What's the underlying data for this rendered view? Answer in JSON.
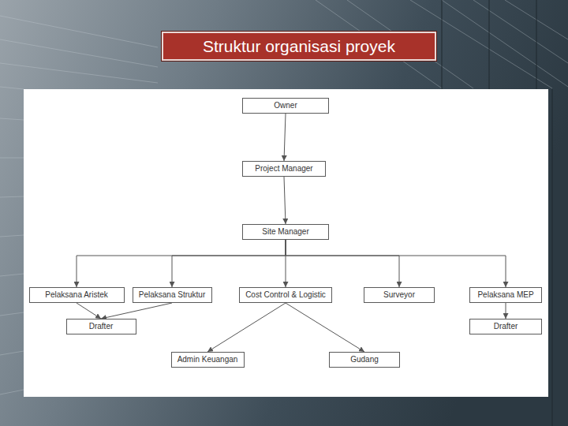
{
  "diagram": {
    "title": "Struktur organisasi proyek",
    "nodes": [
      {
        "text": [
          "Owner"
        ]
      },
      {
        "text": [
          "Project Manager"
        ]
      },
      {
        "text": [
          "Site Manager"
        ]
      },
      {
        "text": [
          "Pelaksana Aristek"
        ]
      },
      {
        "text": [
          "Pelaksana Struktur"
        ]
      },
      {
        "text": [
          "Cost Control & Logistic"
        ]
      },
      {
        "text": [
          "Surveyor"
        ]
      },
      {
        "text": [
          "Pelaksana MEP"
        ]
      },
      {
        "text": [
          "Drafter"
        ]
      },
      {
        "text": [
          "Admin Keuangan"
        ]
      },
      {
        "text": [
          "Gudang"
        ]
      },
      {
        "text": [
          "Drafter"
        ]
      }
    ],
    "edges": [
      {
        "from": 0,
        "to": 1,
        "arrow": "to"
      },
      {
        "from": 1,
        "to": 2,
        "arrow": "to"
      },
      {
        "from": 2,
        "to": 3,
        "arrow": "to"
      },
      {
        "from": 2,
        "to": 4,
        "arrow": "to"
      },
      {
        "from": 2,
        "to": 5,
        "arrow": "to"
      },
      {
        "from": 2,
        "to": 6,
        "arrow": "to"
      },
      {
        "from": 2,
        "to": 7,
        "arrow": "to"
      },
      {
        "from": 3,
        "to": 8,
        "arrow": "to"
      },
      {
        "from": 4,
        "to": 8,
        "arrow": "to"
      },
      {
        "from": 5,
        "to": 9,
        "arrow": "to"
      },
      {
        "from": 5,
        "to": 10,
        "arrow": "to"
      },
      {
        "from": 7,
        "to": 11,
        "arrow": "to"
      }
    ]
  }
}
